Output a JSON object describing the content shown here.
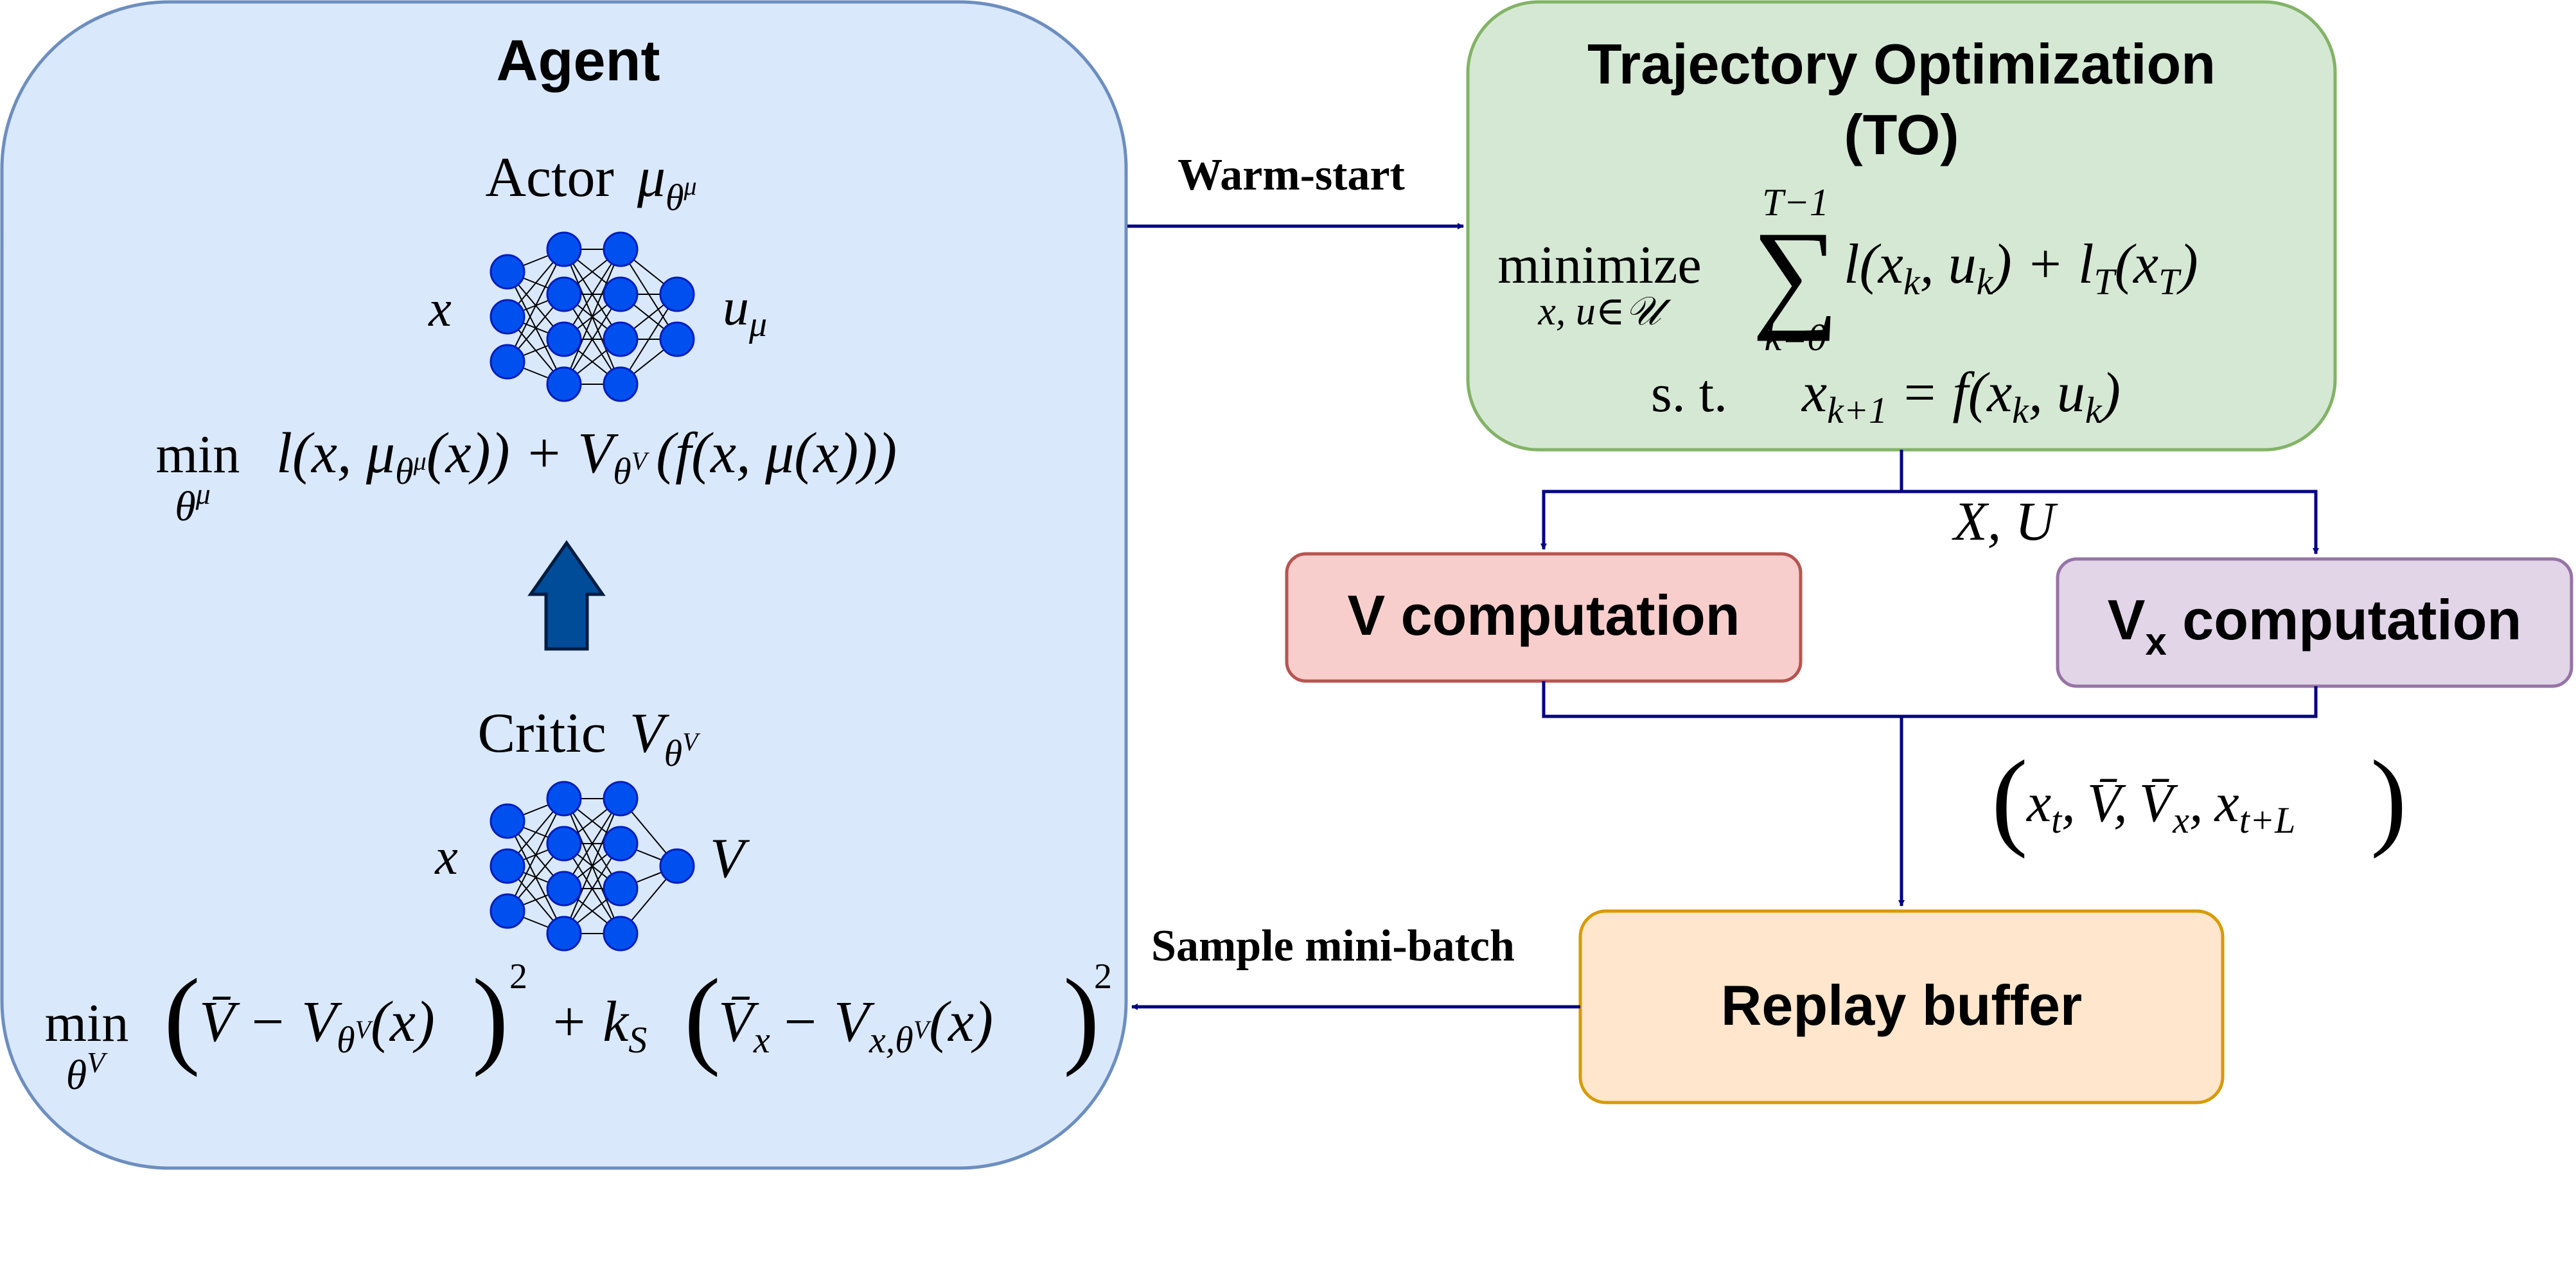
{
  "agent": {
    "title": "Agent",
    "actor": {
      "word": "Actor",
      "symbol": "μ",
      "symbol_sub": "θ",
      "symbol_subsup": "μ",
      "input": "x",
      "output": "u",
      "output_sub": "μ",
      "objective": {
        "min_word": "min",
        "min_var": "θ",
        "min_var_sup": "μ",
        "expr_a": "l(x, μ",
        "expr_a_sub": "θ",
        "expr_a_subsup": "μ",
        "expr_b": "(x)) + V",
        "expr_b_sub": "θ",
        "expr_b_subsup": "V",
        "expr_c": "(f(x, μ(x)))"
      }
    },
    "critic": {
      "word": "Critic",
      "symbol": "V",
      "symbol_sub": "θ",
      "symbol_subsup": "V",
      "input": "x",
      "output": "V",
      "objective": {
        "min_word": "min",
        "min_var": "θ",
        "min_var_sup": "V",
        "t1": "V̄ − V",
        "t1_sub": "θ",
        "t1_subsup": "V",
        "t2": "(x)",
        "sq": "2",
        "plus": "+ k",
        "k_sub": "S",
        "t3": "V̄",
        "t3_sub": "x",
        "t4": "− V",
        "t4_sub": "x,θ",
        "t4_subsup": "V",
        "t5": "(x)",
        "sq2": "2"
      }
    }
  },
  "edges": {
    "warm_start": "Warm-start",
    "sample_mini_batch": "Sample mini-batch",
    "xu_label": "X, U",
    "tuple": {
      "x": "x",
      "x_sub": "t",
      "v": "V̄",
      "vx": "V̄",
      "vx_sub": "x",
      "x2": "x",
      "x2_sub": "t+L",
      "sep": ","
    }
  },
  "to_box": {
    "title_line1": "Trajectory Optimization",
    "title_line2": "(TO)",
    "minimize_word": "minimize",
    "minimize_sub": "x, u∈𝒰",
    "sum_top": "T−1",
    "sum_bottom": "k=0",
    "sum_symbol": "∑",
    "cost": "l(x",
    "cost_sub": "k",
    "cost_mid": ", u",
    "cost_sub2": "k",
    "cost_end": ") + l",
    "cost_T": "T",
    "cost_T2": "(x",
    "cost_T_sub": "T",
    "cost_close": ")",
    "st_word": "s. t.",
    "dyn_a": "x",
    "dyn_a_sub": "k+1",
    "dyn_b": "= f(x",
    "dyn_b_sub": "k",
    "dyn_c": ", u",
    "dyn_c_sub": "k",
    "dyn_d": ")"
  },
  "v_box": {
    "label": "V computation"
  },
  "vx_box": {
    "label": "V",
    "label_sub": "x",
    "label_rest": " computation"
  },
  "replay_box": {
    "label": "Replay buffer"
  },
  "colors": {
    "agent_fill": "#dae8fc",
    "agent_stroke": "#6c8ebf",
    "to_fill": "#d5e8d4",
    "to_stroke": "#82b366",
    "v_fill": "#f8cecc",
    "v_stroke": "#b85450",
    "vx_fill": "#e1d5e7",
    "vx_stroke": "#9673a6",
    "replay_fill": "#ffe6cc",
    "replay_stroke": "#d79b00",
    "arrow": "#000080",
    "neuron": "#0050ef",
    "up_arrow": "#004c99"
  }
}
